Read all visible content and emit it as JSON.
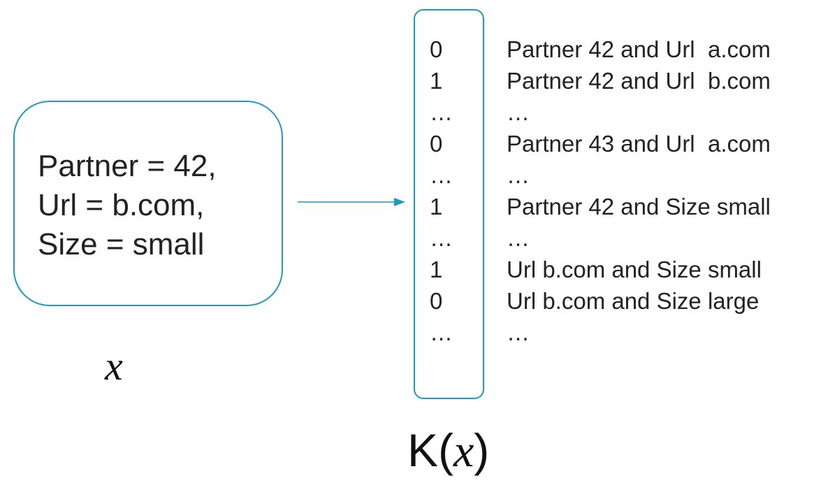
{
  "input": {
    "lines": [
      "Partner = 42,",
      "Url = b.com,",
      "Size = small"
    ],
    "variable": "x"
  },
  "feature_vector": {
    "values": [
      "0",
      "1",
      "…",
      "0",
      "…",
      "1",
      "…",
      "1",
      "0",
      "…"
    ],
    "descriptions": [
      "Partner 42 and Url  a.com",
      "Partner 42 and Url  b.com",
      "…",
      "Partner 43 and Url  a.com",
      "…",
      "Partner 42 and Size small",
      "…",
      "Url b.com and Size small",
      "Url b.com and Size large",
      "…"
    ],
    "label_prefix": "K(",
    "label_variable": "x",
    "label_suffix": ")"
  },
  "colors": {
    "accent": "#1a9bbf",
    "text": "#222222"
  }
}
